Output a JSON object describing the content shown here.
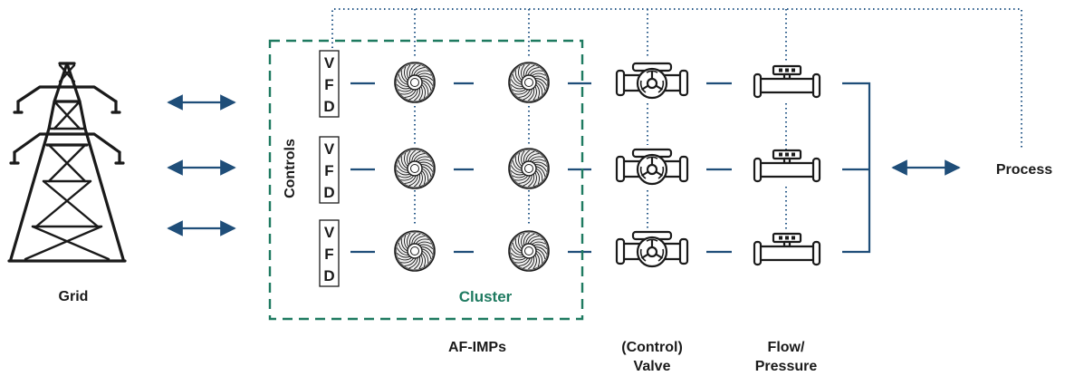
{
  "labels": {
    "grid": "Grid",
    "controls": "Controls",
    "cluster": "Cluster",
    "af_imps": "AF-IMPs",
    "valve_line1": "(Control)",
    "valve_line2": "Valve",
    "flow_line1": "Flow/",
    "flow_line2": "Pressure",
    "process": "Process"
  },
  "vfd": {
    "letter_v": "V",
    "letter_f": "F",
    "letter_d": "D"
  },
  "colors": {
    "flow_line": "#1f4e79",
    "control_line": "#2a5b8a",
    "cluster_border": "#1e7a60",
    "cluster_text": "#1e7a60",
    "icon_stroke": "#1a1a1a",
    "impeller_fill": "#f0f0f0"
  },
  "icons": [
    "transmission-tower-icon",
    "bidirectional-arrow-icon",
    "vfd-box-icon",
    "impeller-icon",
    "control-valve-icon",
    "flow-meter-icon"
  ]
}
